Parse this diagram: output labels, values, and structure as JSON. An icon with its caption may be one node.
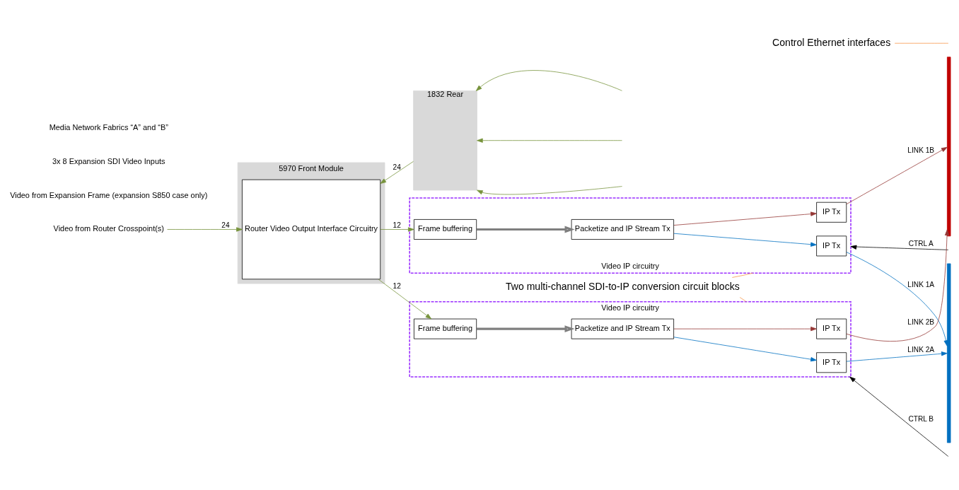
{
  "diagram": {
    "nodes": [
      {
        "text": [
          "5970 Front Module"
        ]
      },
      {
        "text": [
          "1832 Rear"
        ]
      },
      {
        "text": [
          "Router Video Output Interface Circuitry"
        ],
        "in": 0
      },
      {
        "text": [
          "Video IP circuitry"
        ]
      },
      {
        "text": [
          "Frame buffering"
        ],
        "in": 3
      },
      {
        "text": [
          "Packetize and IP Stream Tx"
        ],
        "in": 3
      },
      {
        "text": [
          "IP Tx"
        ],
        "in": 3
      },
      {
        "text": [
          "IP Tx"
        ],
        "in": 3
      },
      {
        "text": [
          "Video IP circuitry"
        ]
      },
      {
        "text": [
          "Frame buffering"
        ],
        "in": 8
      },
      {
        "text": [
          "Packetize and IP Stream Tx"
        ],
        "in": 8
      },
      {
        "text": [
          "IP Tx"
        ],
        "in": 8
      },
      {
        "text": [
          "IP Tx"
        ],
        "in": 8
      },
      {
        "text": [
          "Video from Router Crosspoint(s)"
        ]
      },
      {
        "text": [],
        "shape": "bar"
      },
      {
        "text": [],
        "shape": "bar"
      },
      {
        "text": [
          "Control Ethernet interfaces"
        ]
      },
      {
        "text": [
          "Two multi-channel SDI-to-IP conversion circuit blocks"
        ]
      }
    ],
    "edges": [
      {
        "from": 13,
        "to": 2,
        "arrow": "to",
        "label": "24",
        "color": "#77933c"
      },
      {
        "from": 2,
        "to": 4,
        "arrow": "to",
        "label": "12",
        "color": "#77933c"
      },
      {
        "from": 2,
        "to": 9,
        "arrow": "to",
        "label": "12",
        "color": "#77933c"
      },
      {
        "from": 4,
        "to": 5,
        "arrow": "to",
        "style": "thick",
        "color": "#7f7f7f"
      },
      {
        "from": 9,
        "to": 10,
        "arrow": "to",
        "style": "thick",
        "color": "#7f7f7f"
      },
      {
        "from": 5,
        "to": 6,
        "arrow": "to",
        "color": "#0070c0"
      },
      {
        "from": 5,
        "to": 7,
        "arrow": "to",
        "color": "#953735"
      },
      {
        "from": 10,
        "to": 11,
        "arrow": "to",
        "color": "#0070c0"
      },
      {
        "from": 10,
        "to": 12,
        "arrow": "to",
        "color": "#953735"
      },
      {
        "from": 6,
        "to": 15,
        "arrow": "to",
        "label": "LINK 1A",
        "color": "#0070c0"
      },
      {
        "from": 7,
        "to": 14,
        "arrow": "to",
        "label": "LINK 1B",
        "color": "#953735"
      },
      {
        "from": 11,
        "to": 15,
        "arrow": "to",
        "label": "LINK 2A",
        "color": "#0070c0"
      },
      {
        "from": 12,
        "to": 14,
        "arrow": "to",
        "label": "LINK 2B",
        "color": "#953735"
      },
      {
        "from": null,
        "to": 3,
        "arrow": "to",
        "label": "CTRL A",
        "color": "#000000"
      },
      {
        "from": null,
        "to": 8,
        "arrow": "to",
        "label": "CTRL B",
        "color": "#000000"
      },
      {
        "from": 1,
        "to": 2,
        "arrow": "to",
        "label": "24",
        "color": "#77933c"
      },
      {
        "from": null,
        "to": 1,
        "arrow": "to",
        "color": "#77933c"
      },
      {
        "from": null,
        "to": 1,
        "arrow": "to",
        "color": "#77933c"
      },
      {
        "from": null,
        "to": 1,
        "arrow": "to",
        "color": "#77933c"
      },
      {
        "from": 16,
        "to": null,
        "arrow": "none",
        "color": "#f79646"
      },
      {
        "from": 17,
        "to": 3,
        "arrow": "none",
        "color": "#f79646"
      },
      {
        "from": 17,
        "to": 8,
        "arrow": "none",
        "color": "#f79646"
      }
    ],
    "labels": [
      "Video from Expansion Frame (expansion S850 case only)",
      "3x 8 Expansion SDI Video Inputs",
      "Media Network Fabrics “A” and “B”"
    ]
  }
}
